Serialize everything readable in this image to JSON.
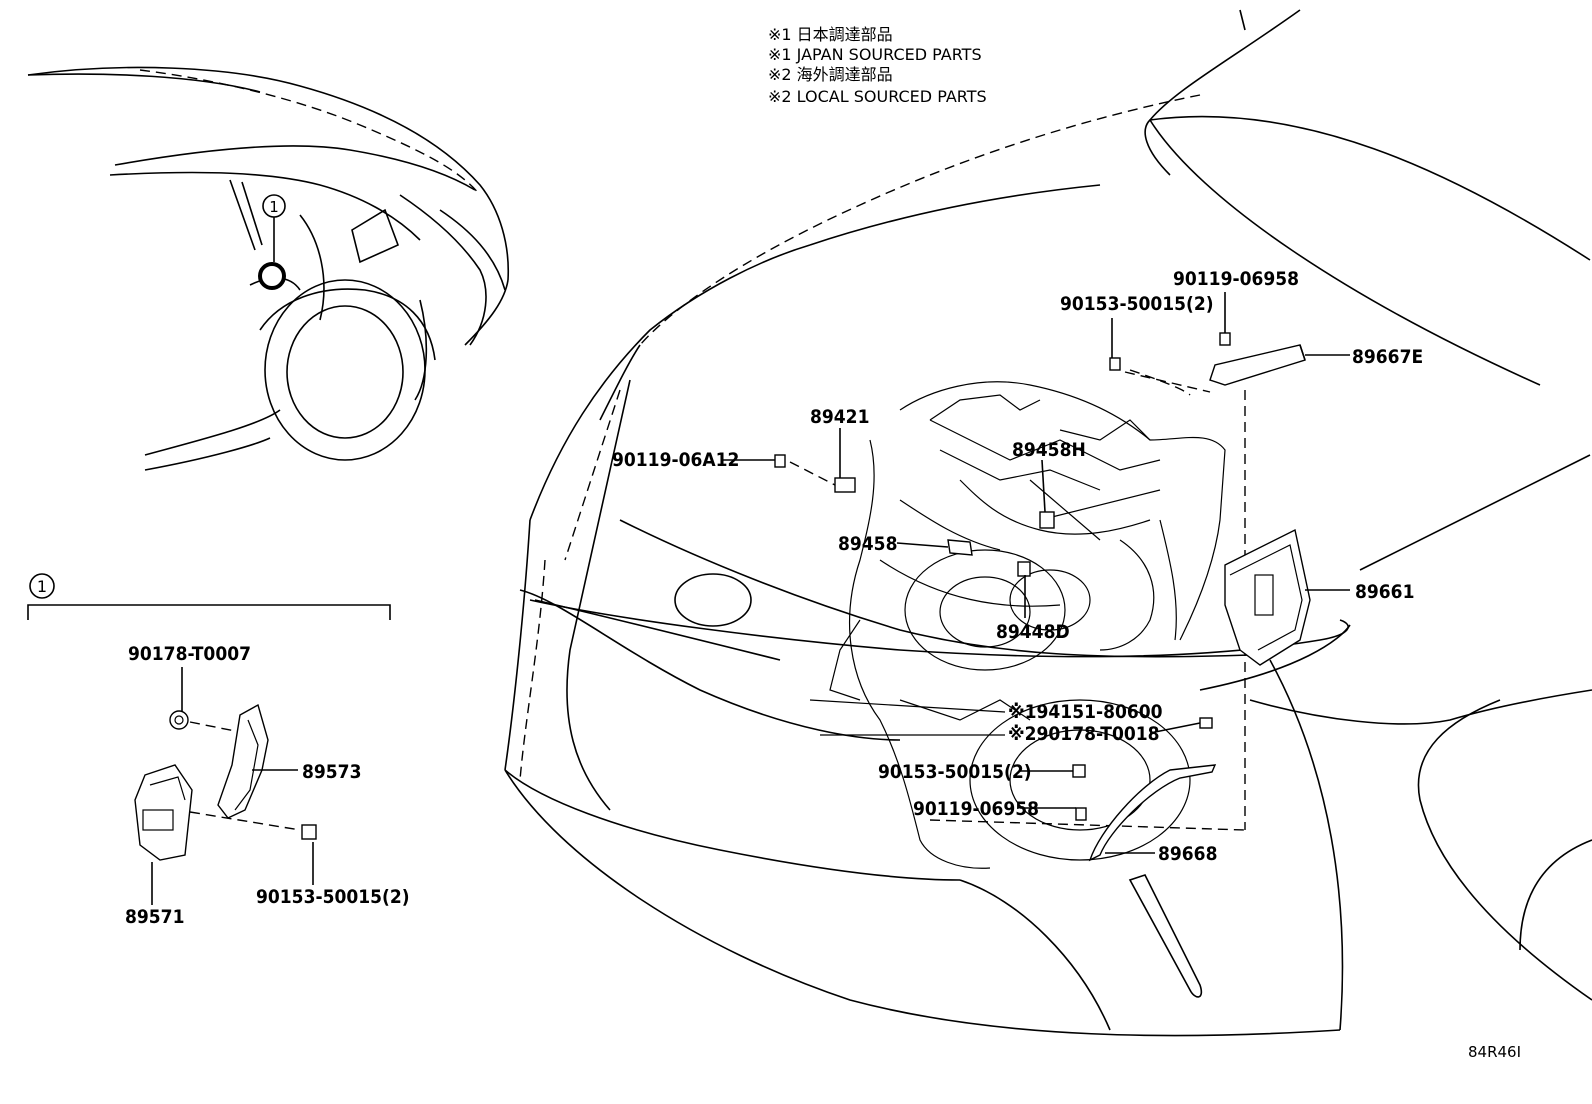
{
  "notes": [
    "※1 日本調達部品",
    "※1 JAPAN SOURCED PARTS",
    "※2 海外調達部品",
    "※2 LOCAL SOURCED PARTS"
  ],
  "callout_marker": "1",
  "inset_marker": "1",
  "labels": {
    "p90119_06958_top": "90119-06958",
    "p90153_50015_top": "90153-50015(2)",
    "p89667E": "89667E",
    "p89421": "89421",
    "p90119_06A12": "90119-06A12",
    "p89458H": "89458H",
    "p89458": "89458",
    "p89661": "89661",
    "p89448D": "89448D",
    "p94151_80600": "※194151-80600",
    "p90178_T0018": "※290178-T0018",
    "p90153_50015_mid": "90153-50015(2)",
    "p90119_06958_mid": "90119-06958",
    "p89668": "89668",
    "p90178_T0007": "90178-T0007",
    "p89573": "89573",
    "p89571": "89571",
    "p90153_50015_inset": "90153-50015(2)"
  },
  "figure_code": "84R46I"
}
